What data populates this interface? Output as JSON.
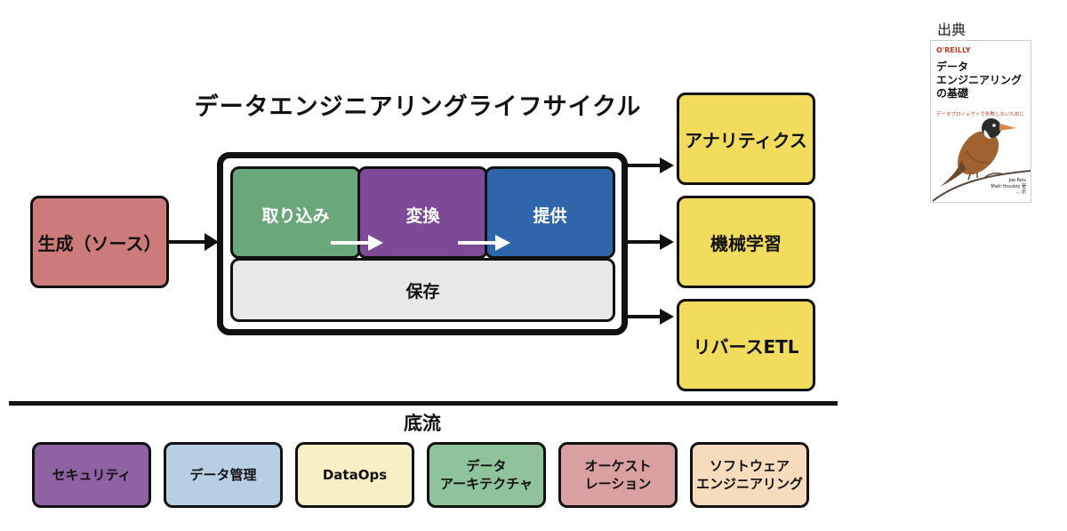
{
  "diagram": {
    "title": "データエンジニアリングライフサイクル",
    "source_node": "生成（ソース）",
    "stages": [
      "取り込み",
      "変換",
      "提供"
    ],
    "storage": "保存",
    "outputs": [
      "アナリティクス",
      "機械学習",
      "リバースETL"
    ],
    "undercurrents_title": "底流",
    "undercurrents": [
      "セキュリティ",
      "データ管理",
      "DataOps",
      "データ\nアーキテクチャ",
      "オーケスト\nレーション",
      "ソフトウェア\nエンジニアリング"
    ]
  },
  "citation": {
    "label": "出典",
    "book_publisher": "O'REILLY",
    "book_title": "データ\nエンジニアリング\nの基礎",
    "book_subtitle": "データプロジェクトで失敗しないために",
    "book_authors": "Joe Reis\nMatt Housley 著\n … 訳"
  }
}
